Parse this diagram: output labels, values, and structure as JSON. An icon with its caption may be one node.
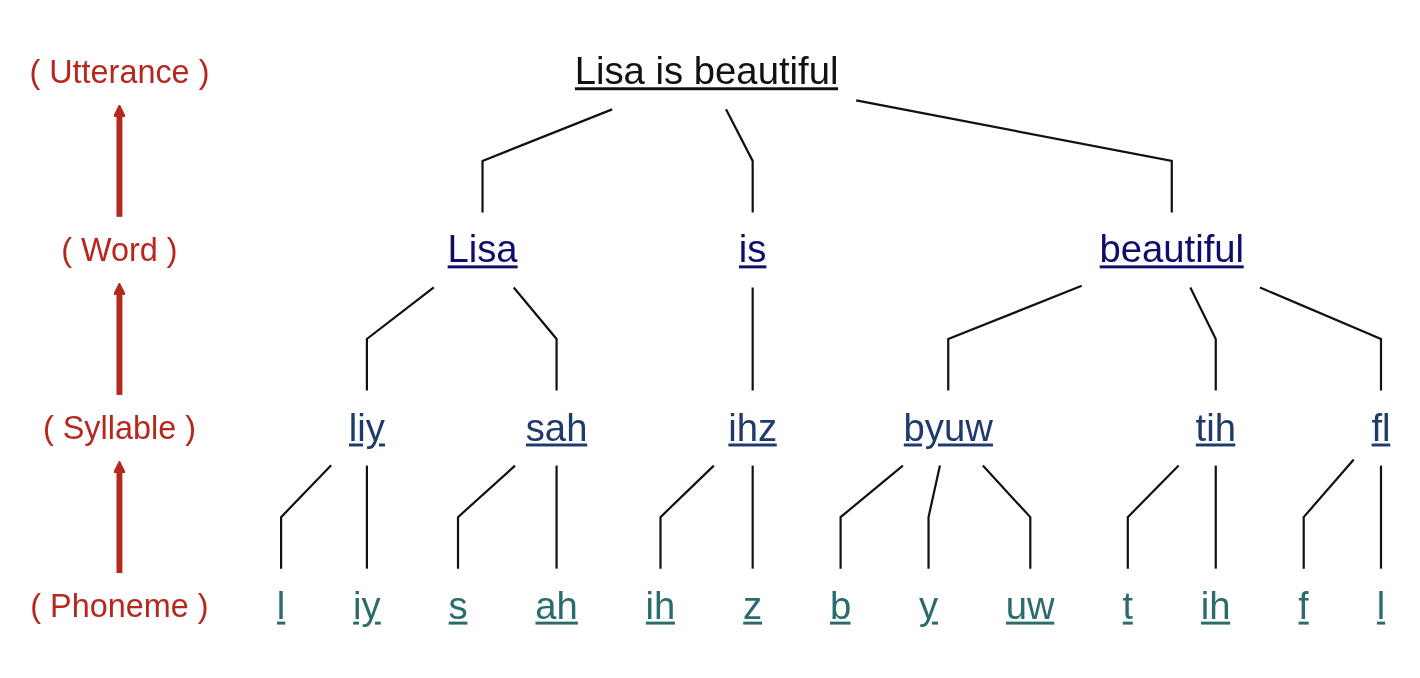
{
  "diagram": {
    "nodes": [
      {
        "text": [
          "( Utterance )"
        ]
      },
      {
        "text": [
          "Lisa is beautiful"
        ]
      },
      {
        "text": [
          "( Word )"
        ]
      },
      {
        "text": [
          "Lisa"
        ]
      },
      {
        "text": [
          "is"
        ]
      },
      {
        "text": [
          "beautiful"
        ]
      },
      {
        "text": [
          "( Syllable )"
        ]
      },
      {
        "text": [
          "liy"
        ]
      },
      {
        "text": [
          "sah"
        ]
      },
      {
        "text": [
          "ihz"
        ]
      },
      {
        "text": [
          "byuw"
        ]
      },
      {
        "text": [
          "tih"
        ]
      },
      {
        "text": [
          "fl"
        ]
      },
      {
        "text": [
          "( Phoneme )"
        ]
      },
      {
        "text": [
          "l"
        ]
      },
      {
        "text": [
          "iy"
        ]
      },
      {
        "text": [
          "s"
        ]
      },
      {
        "text": [
          "ah"
        ]
      },
      {
        "text": [
          "ih"
        ]
      },
      {
        "text": [
          "z"
        ]
      },
      {
        "text": [
          "b"
        ]
      },
      {
        "text": [
          "y"
        ]
      },
      {
        "text": [
          "uw"
        ]
      },
      {
        "text": [
          "t"
        ]
      },
      {
        "text": [
          "ih"
        ]
      },
      {
        "text": [
          "f"
        ]
      },
      {
        "text": [
          "l"
        ]
      }
    ],
    "edges": [
      {
        "from": 2,
        "to": 0,
        "arrow": "to",
        "style": "thick",
        "color": "#b5281e"
      },
      {
        "from": 6,
        "to": 2,
        "arrow": "to",
        "style": "thick",
        "color": "#b5281e"
      },
      {
        "from": 13,
        "to": 6,
        "arrow": "to",
        "style": "thick",
        "color": "#b5281e"
      },
      {
        "from": 3,
        "to": 1,
        "arrow": "none"
      },
      {
        "from": 4,
        "to": 1,
        "arrow": "none"
      },
      {
        "from": 5,
        "to": 1,
        "arrow": "none"
      },
      {
        "from": 7,
        "to": 3,
        "arrow": "none"
      },
      {
        "from": 8,
        "to": 3,
        "arrow": "none"
      },
      {
        "from": 9,
        "to": 4,
        "arrow": "none"
      },
      {
        "from": 10,
        "to": 5,
        "arrow": "none"
      },
      {
        "from": 11,
        "to": 5,
        "arrow": "none"
      },
      {
        "from": 12,
        "to": 5,
        "arrow": "none"
      },
      {
        "from": 14,
        "to": 7,
        "arrow": "none"
      },
      {
        "from": 15,
        "to": 7,
        "arrow": "none"
      },
      {
        "from": 16,
        "to": 8,
        "arrow": "none"
      },
      {
        "from": 17,
        "to": 8,
        "arrow": "none"
      },
      {
        "from": 18,
        "to": 9,
        "arrow": "none"
      },
      {
        "from": 19,
        "to": 9,
        "arrow": "none"
      },
      {
        "from": 20,
        "to": 10,
        "arrow": "none"
      },
      {
        "from": 21,
        "to": 10,
        "arrow": "none"
      },
      {
        "from": 22,
        "to": 10,
        "arrow": "none"
      },
      {
        "from": 23,
        "to": 11,
        "arrow": "none"
      },
      {
        "from": 24,
        "to": 11,
        "arrow": "none"
      },
      {
        "from": 25,
        "to": 12,
        "arrow": "none"
      },
      {
        "from": 26,
        "to": 12,
        "arrow": "none"
      }
    ]
  }
}
